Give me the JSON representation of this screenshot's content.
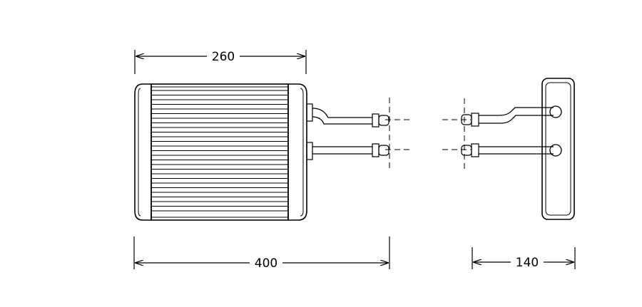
{
  "dimensions": {
    "core_width": "260",
    "overall_width": "400",
    "depth": "140"
  },
  "colors": {
    "line": "#000000",
    "background": "#ffffff"
  }
}
